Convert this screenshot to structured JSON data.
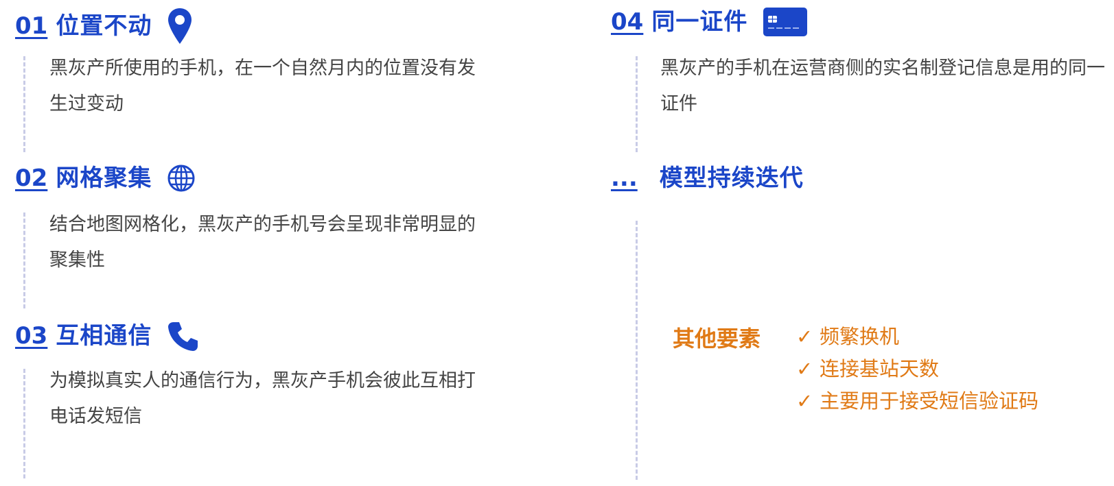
{
  "items": [
    {
      "number": "01",
      "title": "位置不动",
      "icon": "location-pin-icon",
      "description": "黑灰产所使用的手机，在一个自然月内的位置没有发生过变动"
    },
    {
      "number": "02",
      "title": "网格聚集",
      "icon": "globe-grid-icon",
      "description": "结合地图网格化，黑灰产的手机号会呈现非常明显的聚集性"
    },
    {
      "number": "03",
      "title": "互相通信",
      "icon": "phone-icon",
      "description": "为模拟真实人的通信行为，黑灰产手机会彼此互相打电话发短信"
    },
    {
      "number": "04",
      "title": "同一证件",
      "icon": "id-card-icon",
      "description": "黑灰产的手机在运营商侧的实名制登记信息是用的同一证件"
    },
    {
      "number": "...",
      "title": "模型持续迭代"
    }
  ],
  "other": {
    "title": "其他要素",
    "check_symbol": "✓",
    "items": [
      "频繁换机",
      "连接基站天数",
      "主要用于接受短信验证码"
    ]
  },
  "colors": {
    "heading_blue": "#1b46c8",
    "description_gray": "#444444",
    "accent_orange": "#e07a16",
    "dashed_line": "#c8cbe6"
  }
}
